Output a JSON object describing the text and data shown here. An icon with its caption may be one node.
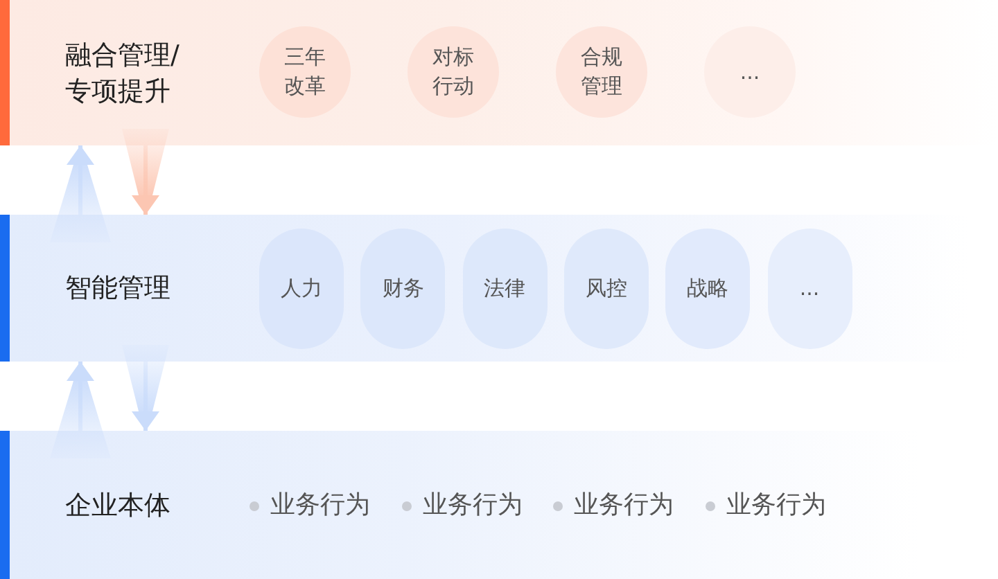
{
  "diagram": {
    "nodes": [
      {
        "text": [
          "融合管理/专项提升"
        ]
      },
      {
        "text": [
          "三年改革"
        ],
        "in": 0
      },
      {
        "text": [
          "对标行动"
        ],
        "in": 0
      },
      {
        "text": [
          "合规管理"
        ],
        "in": 0
      },
      {
        "text": [
          "..."
        ],
        "in": 0
      },
      {
        "text": [
          "智能管理"
        ]
      },
      {
        "text": [
          "人力"
        ],
        "in": 5
      },
      {
        "text": [
          "财务"
        ],
        "in": 5
      },
      {
        "text": [
          "法律"
        ],
        "in": 5
      },
      {
        "text": [
          "风控"
        ],
        "in": 5
      },
      {
        "text": [
          "战略"
        ],
        "in": 5
      },
      {
        "text": [
          "..."
        ],
        "in": 5
      },
      {
        "text": [
          "企业本体"
        ]
      }
    ],
    "edges": [
      {
        "from": 5,
        "to": 0,
        "arrow": "to"
      },
      {
        "from": 0,
        "to": 5,
        "arrow": "to",
        "color": "#fcc6b2"
      },
      {
        "from": 12,
        "to": 5,
        "arrow": "to"
      },
      {
        "from": 5,
        "to": 12,
        "arrow": "to"
      }
    ],
    "labels": [
      "业务行为",
      "业务行为",
      "业务行为",
      "业务行为"
    ]
  }
}
